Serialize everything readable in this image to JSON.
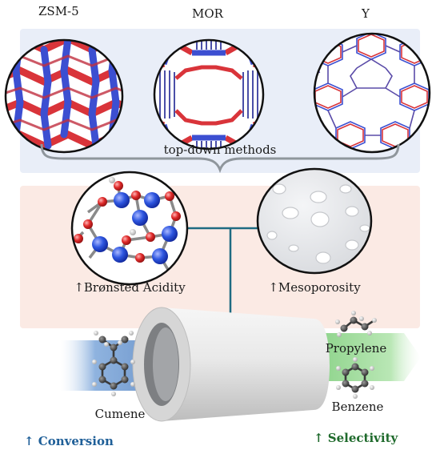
{
  "frameworks": {
    "zsm5": "ZSM-5",
    "mor": "MOR",
    "y": "Y"
  },
  "top_down_label": "top-down methods",
  "properties": {
    "acidity": "↑Brønsted Acidity",
    "mesoporosity": "↑Mesoporosity"
  },
  "reactant": "Cumene",
  "products": {
    "propylene": "Propylene",
    "benzene": "Benzene"
  },
  "outcomes": {
    "conversion": "↑ Conversion",
    "selectivity": "↑ Selectivity"
  },
  "colors": {
    "top_panel_bg": "#e9eef8",
    "middle_panel_bg": "#fbeae4",
    "oxygen_red": "#d9343a",
    "silicon_blue": "#3c4fd1",
    "connector_teal": "#1f6b82",
    "conversion_blue": "#1f5f98",
    "selectivity_green": "#1f6a2c",
    "inflow_blue": "#7fa7d8",
    "outflow_green": "#a9e0a6"
  },
  "icons": {
    "inflow": "arrow-right",
    "outflow": "arrow-right"
  }
}
